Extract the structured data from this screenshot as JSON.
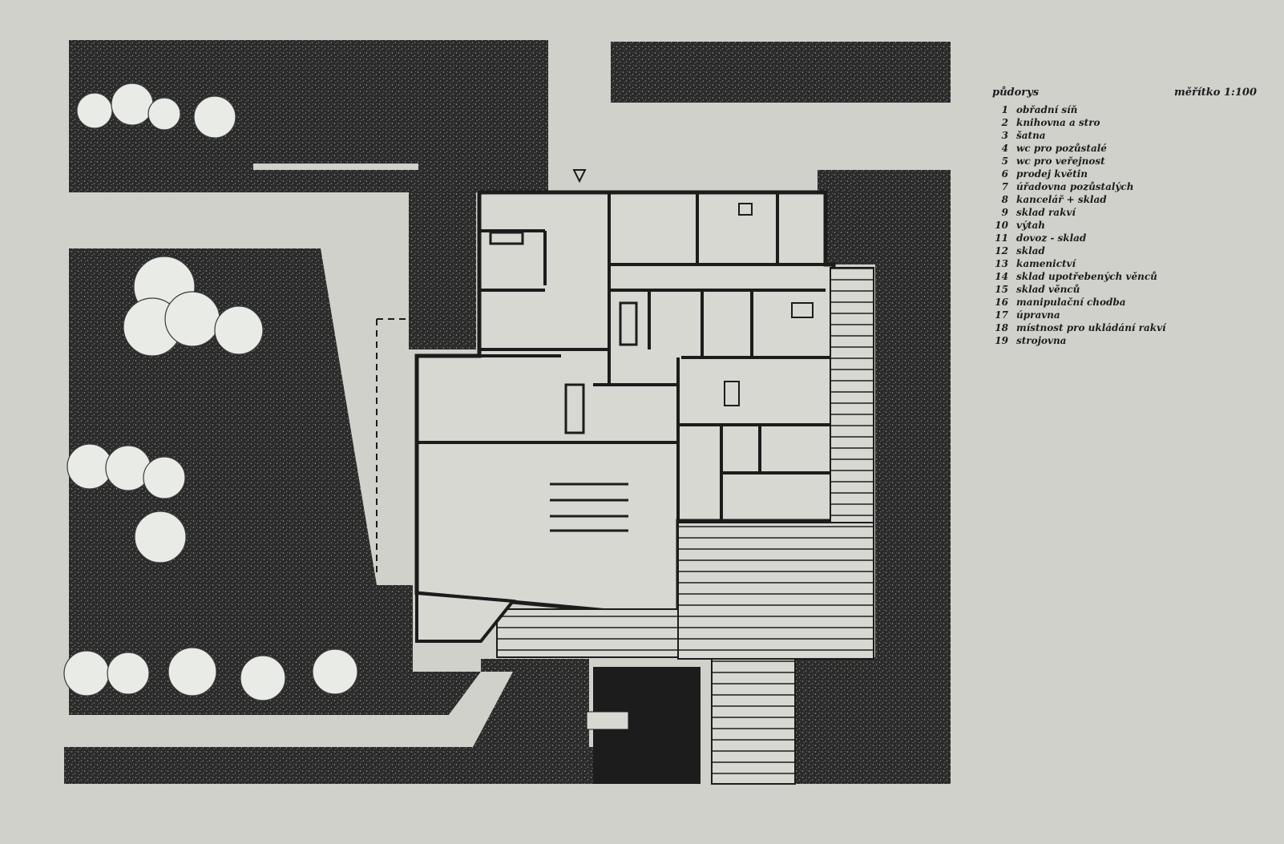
{
  "legend": {
    "title": "půdorys",
    "scale": "měřítko 1:100",
    "items": [
      {
        "n": "1",
        "t": "obřadní síň"
      },
      {
        "n": "2",
        "t": "knihovna a stro"
      },
      {
        "n": "3",
        "t": "šatna"
      },
      {
        "n": "4",
        "t": "wc pro pozůstalé"
      },
      {
        "n": "5",
        "t": "wc pro veřejnost"
      },
      {
        "n": "6",
        "t": "prodej květin"
      },
      {
        "n": "7",
        "t": "úřadovna pozůstalých"
      },
      {
        "n": "8",
        "t": "kancelář + sklad"
      },
      {
        "n": "9",
        "t": "sklad rakví"
      },
      {
        "n": "10",
        "t": "výtah"
      },
      {
        "n": "11",
        "t": "dovoz - sklad"
      },
      {
        "n": "12",
        "t": "sklad"
      },
      {
        "n": "13",
        "t": "kamenictví"
      },
      {
        "n": "14",
        "t": "sklad upotřebených věnců"
      },
      {
        "n": "15",
        "t": "sklad věnců"
      },
      {
        "n": "16",
        "t": "manipulační chodba"
      },
      {
        "n": "17",
        "t": "úpravna"
      },
      {
        "n": "18",
        "t": "místnost pro ukládání rakví"
      },
      {
        "n": "19",
        "t": "strojovna"
      }
    ]
  },
  "colors": {
    "paper": "#cfd1ca",
    "ink": "#1c1c1c",
    "vegetation": "#2a2a2a",
    "tree": "#e9ebe6"
  }
}
